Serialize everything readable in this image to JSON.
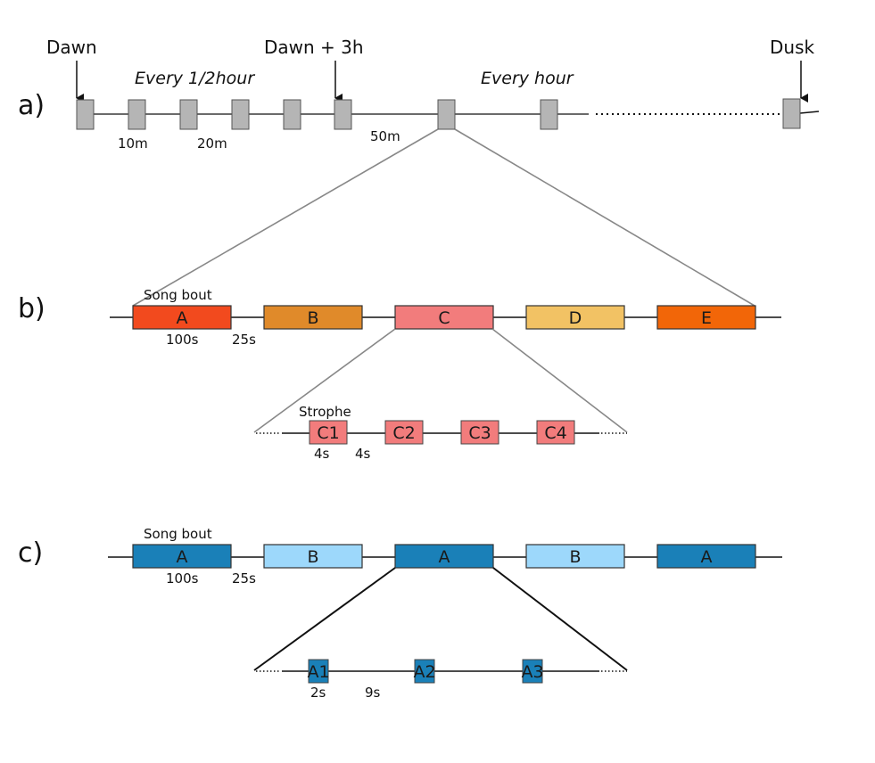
{
  "panels": {
    "a": {
      "label": "a)",
      "dawn": "Dawn",
      "dawn_plus": "Dawn + 3h",
      "dusk": "Dusk",
      "every_half": "Every 1/2hour",
      "every_hour": "Every hour",
      "gap_10": "10m",
      "gap_20": "20m",
      "gap_50": "50m",
      "box_color": "#b5b5b5"
    },
    "b": {
      "label": "b)",
      "song_bout": "Song bout",
      "bout_duration": "100s",
      "gap_duration": "25s",
      "bouts": [
        {
          "label": "A",
          "color": "#f24a1e"
        },
        {
          "label": "B",
          "color": "#e08a2a"
        },
        {
          "label": "C",
          "color": "#f27c7c"
        },
        {
          "label": "D",
          "color": "#f2c264"
        },
        {
          "label": "E",
          "color": "#f26608"
        }
      ],
      "strophe": "Strophe",
      "strophe_duration": "4s",
      "strophe_gap": "4s",
      "strophes": [
        "C1",
        "C2",
        "C3",
        "C4"
      ],
      "strophe_color": "#f27c7c"
    },
    "c": {
      "label": "c)",
      "song_bout": "Song bout",
      "bout_duration": "100s",
      "gap_duration": "25s",
      "bouts": [
        {
          "label": "A",
          "color": "#1a80b8"
        },
        {
          "label": "B",
          "color": "#9dd8fb"
        },
        {
          "label": "A",
          "color": "#1a80b8"
        },
        {
          "label": "B",
          "color": "#9dd8fb"
        },
        {
          "label": "A",
          "color": "#1a80b8"
        }
      ],
      "strophe_duration": "2s",
      "strophe_gap": "9s",
      "strophes": [
        "A1",
        "A2",
        "A3"
      ],
      "strophe_color": "#1a80b8"
    }
  }
}
